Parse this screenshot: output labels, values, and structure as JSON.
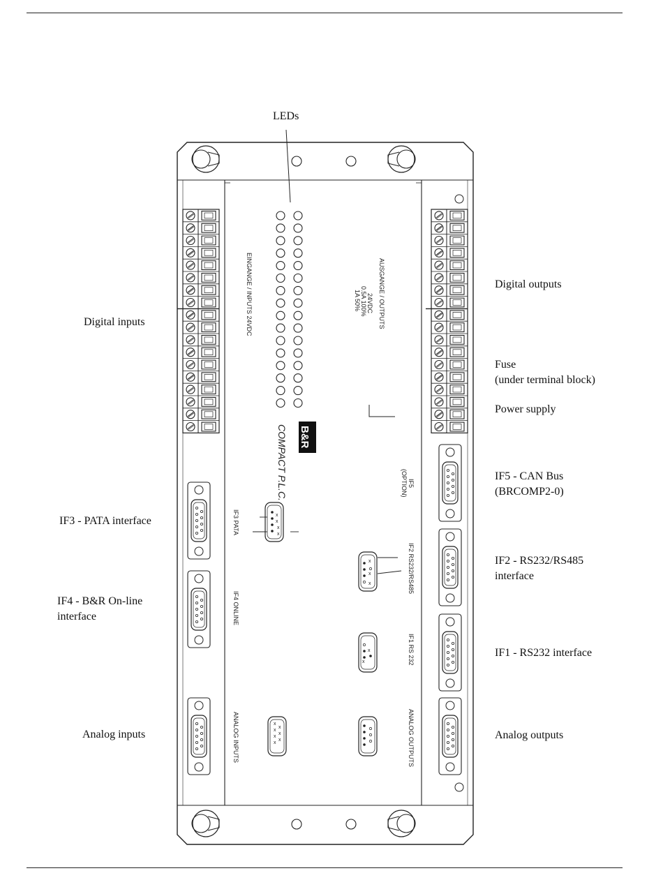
{
  "labels": {
    "leds": "LEDs",
    "digital_inputs": "Digital inputs",
    "if3": "IF3 - PATA interface",
    "if4_line1": "IF4 - B&R On-line",
    "if4_line2": "interface",
    "analog_inputs": "Analog inputs",
    "digital_outputs": "Digital outputs",
    "fuse_line1": "Fuse",
    "fuse_line2": "(under terminal block)",
    "power_supply": "Power supply",
    "if5_line1": "IF5 - CAN Bus",
    "if5_line2": "(BRCOMP2-0)",
    "if2_line1": "IF2 - RS232/RS485",
    "if2_line2": "interface",
    "if1": "IF1 - RS232 interface",
    "analog_outputs": "Analog outputs"
  },
  "device_text": {
    "inputs_label": "EINGANGE / INPUTS 24VDC",
    "outputs_label": "AUSGANGE / OUTPUTS",
    "outputs_spec_1": "24VDC",
    "outputs_spec_2": "0.5A 100%",
    "outputs_spec_3": "1A 50%",
    "brand": "COMPACT P.L.C.",
    "logo": "B&R",
    "if3_pata": "IF3 PATA",
    "if4_online": "IF4 ONLINE",
    "analog_inputs": "ANALOG INPUTS",
    "if5_a": "IF5",
    "if5_b": "(OPTION)",
    "if2_rs": "IF2 RS232/RS485",
    "if1_rs": "IF1 RS 232",
    "analog_outputs": "ANALOG OUTPUTS"
  },
  "colors": {
    "line": "#222222",
    "background": "#ffffff"
  }
}
